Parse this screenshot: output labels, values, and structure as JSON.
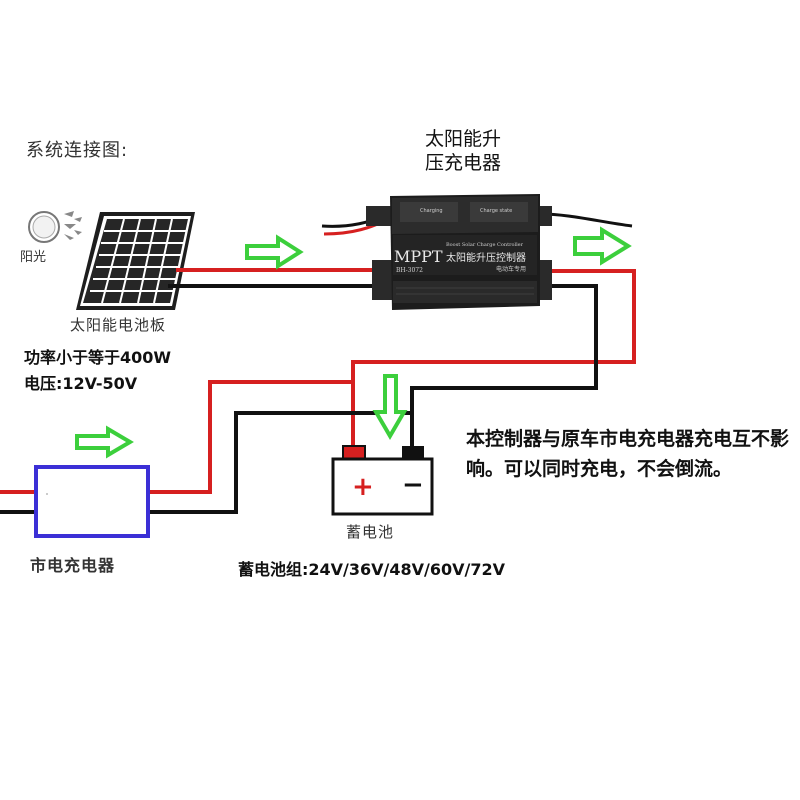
{
  "diagram": {
    "title": "系统连接图:",
    "controller_label_line1": "太阳能升",
    "controller_label_line2": "压充电器",
    "sun_label": "阳光",
    "panel_label": "太阳能电池板",
    "panel_power": "功率小于等于400W",
    "panel_voltage": "电压:12V-50V",
    "note": "本控制器与原车市电充电器充电互不影响。可以同时充电，不会倒流。",
    "battery_label": "蓄电池",
    "battery_group": "蓄电池组:24V/36V/48V/60V/72V",
    "mains_charger_label": "市电充电器",
    "battery_plus": "+",
    "battery_minus": "−",
    "device": {
      "brand": "MPPT",
      "model": "BH-3072",
      "name_cn": "太阳能升压控制器",
      "name_en": "Boost Solar Charge Controller",
      "usage": "电动车专用",
      "tag1": "Charging",
      "tag2": "Charge state"
    }
  },
  "colors": {
    "positive_wire": "#d62020",
    "negative_wire": "#111111",
    "arrow": "#3ccf3c",
    "charger_border": "#3b2fd6",
    "device_body": "#1c1c1c"
  }
}
